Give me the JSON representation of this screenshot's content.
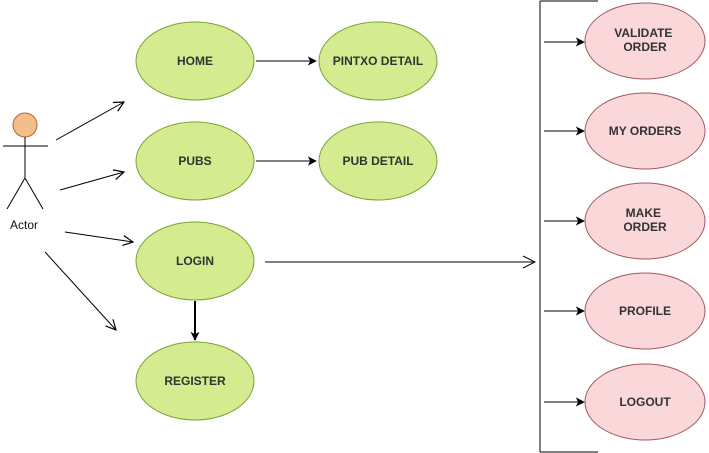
{
  "actor": {
    "label": "Actor"
  },
  "colors": {
    "green_fill": "#d4ec8f",
    "green_stroke": "#7aa336",
    "pink_fill": "#fad7d9",
    "pink_stroke": "#a05a5d",
    "actor_head": "#f5bd8c",
    "actor_head_stroke": "#b06a30",
    "line": "#000000"
  },
  "public_cases": [
    {
      "id": "home",
      "label": "HOME"
    },
    {
      "id": "pintxo-detail",
      "label": "PINTXO DETAIL"
    },
    {
      "id": "pubs",
      "label": "PUBS"
    },
    {
      "id": "pub-detail",
      "label": "PUB DETAIL"
    },
    {
      "id": "login",
      "label": "LOGIN"
    },
    {
      "id": "register",
      "label": "REGISTER"
    }
  ],
  "auth_cases": [
    {
      "id": "validate-order",
      "label_lines": [
        "VALIDATE",
        "ORDER"
      ]
    },
    {
      "id": "my-orders",
      "label_lines": [
        "MY ORDERS"
      ]
    },
    {
      "id": "make-order",
      "label_lines": [
        "MAKE",
        "ORDER"
      ]
    },
    {
      "id": "profile",
      "label_lines": [
        "PROFILE"
      ]
    },
    {
      "id": "logout",
      "label_lines": [
        "LOGOUT"
      ]
    }
  ]
}
